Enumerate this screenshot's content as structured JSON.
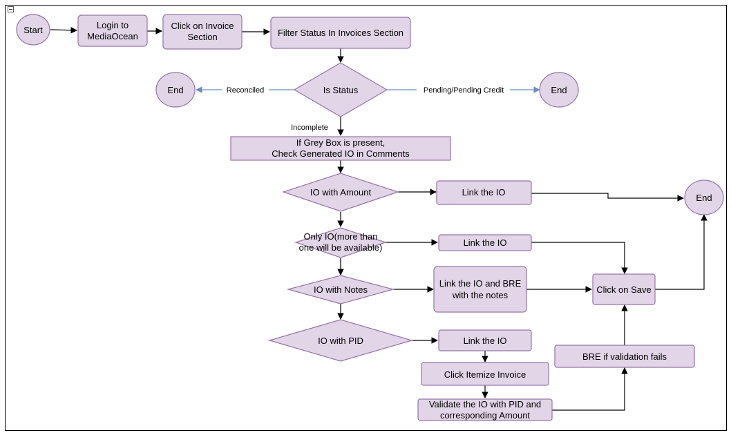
{
  "diagram": {
    "start": "Start",
    "login": [
      "Login to",
      "MediaOcean"
    ],
    "invoice_section": [
      "Click on Invoice",
      "Section"
    ],
    "filter_status": "Filter Status In Invoices Section",
    "is_status": "Is Status",
    "end_left": "End",
    "end_right": "End",
    "end_main": "End",
    "reconciled": "Reconciled",
    "pending": "Pending/Pending Credit",
    "incomplete": "Incomplete",
    "grey_box": [
      "If Grey Box is present,",
      "Check Generated IO in Comments"
    ],
    "io_amount": "IO with Amount",
    "link_io_1": "Link the IO",
    "only_io": [
      "Only IO(more than",
      "one will be available)"
    ],
    "link_io_2": "Link the IO",
    "io_notes": "IO with Notes",
    "link_bre": [
      "Link the IO and BRE",
      "with the notes"
    ],
    "click_save": "Click on Save",
    "io_pid": "IO with PID",
    "link_io_3": "Link the IO",
    "bre_fails": "BRE if validation fails",
    "itemize": "Click Itemize Invoice",
    "validate": [
      "Validate the IO with PID and",
      "corresponding Amount"
    ]
  }
}
